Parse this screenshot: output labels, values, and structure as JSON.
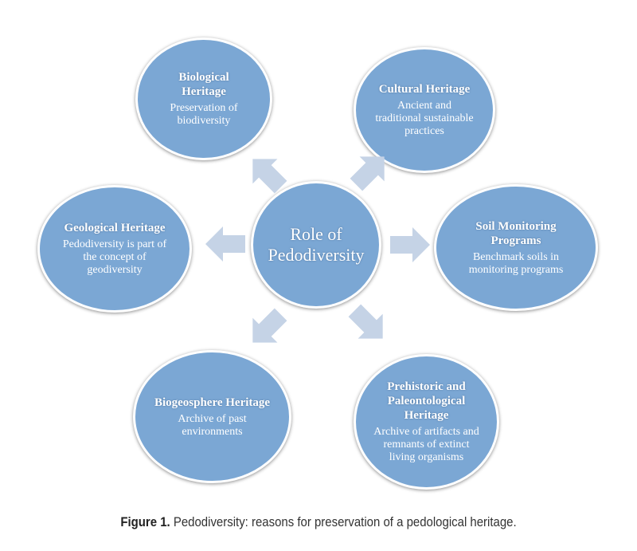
{
  "center": {
    "title": "Role of Pedodiversity"
  },
  "nodes": [
    {
      "title": "Biological Heritage",
      "desc": "Preservation of biodiversity"
    },
    {
      "title": "Cultural Heritage",
      "desc": "Ancient and traditional sustainable practices"
    },
    {
      "title": "Geological Heritage",
      "desc": "Pedodiversity is part of the concept of geodiversity"
    },
    {
      "title": "Soil Monitoring Programs",
      "desc": "Benchmark soils in monitoring programs"
    },
    {
      "title": "Biogeosphere Heritage",
      "desc": "Archive of past environments"
    },
    {
      "title": "Prehistoric and Paleontological Heritage",
      "desc": "Archive of artifacts and remnants of extinct living organisms"
    }
  ],
  "caption": {
    "label": "Figure 1.",
    "text": " Pedodiversity: reasons for preservation of a pedological heritage."
  },
  "colors": {
    "node": "#7ba7d4",
    "arrow": "#c5d3e6"
  }
}
